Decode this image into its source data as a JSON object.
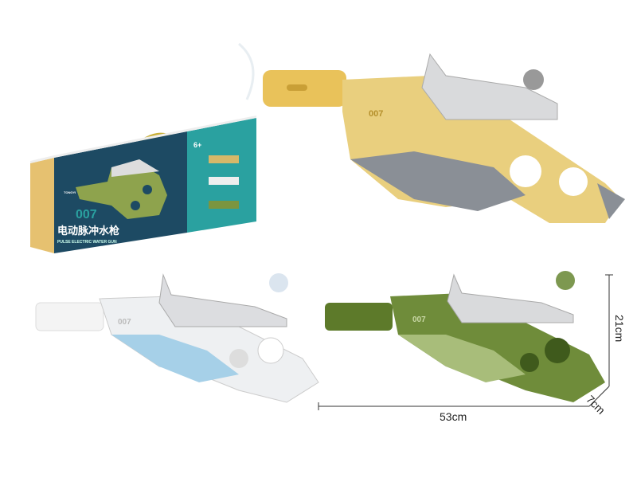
{
  "box": {
    "model": "007",
    "title_cn": "电动脉冲水枪",
    "title_en": "PULSE ELECTRIC WATER GUN",
    "age": "6+",
    "brand": "TONGYI",
    "colors": {
      "front": "#1d4a63",
      "side": "#2aa1a0",
      "end": "#e6c170"
    }
  },
  "guns": [
    {
      "color": "yellow",
      "body": "#e9cf7e",
      "marking": "007"
    },
    {
      "color": "white",
      "body": "#eef0f2",
      "marking": "007"
    },
    {
      "color": "green",
      "body": "#6f8c3a",
      "marking": "007"
    }
  ],
  "dimensions": {
    "length": "53cm",
    "height": "21cm",
    "depth": "7cm"
  }
}
